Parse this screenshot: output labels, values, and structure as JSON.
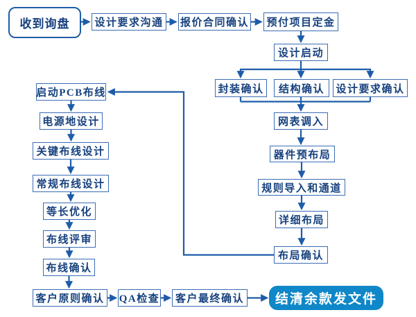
{
  "colors": {
    "line": "#1e5ca8",
    "box_border": "#3a6cb4",
    "box_text": "#16417e",
    "final_fill": "#0f87c8",
    "final_text": "#ffffff",
    "canvas_bg": "#ffffff"
  },
  "flowchart": {
    "nodes": {
      "receive_inquiry": "收到询盘",
      "design_requirements_communication": "设计要求沟通",
      "quotation_contract_confirmation": "报价合同确认",
      "project_deposit_prepayment": "预付项目定金",
      "design_kickoff": "设计启动",
      "package_confirmation": "封装确认",
      "structure_confirmation": "结构确认",
      "design_requirements_confirmation": "设计要求确认",
      "netlist_import": "网表调入",
      "component_pre_placement": "器件预布局",
      "rules_import_and_channels": "规则导入和通道",
      "detailed_placement": "详细布局",
      "placement_confirmation": "布局确认",
      "start_pcb_routing": "启动PCB布线",
      "power_ground_design": "电源地设计",
      "critical_routing_design": "关键布线设计",
      "general_routing_design": "常规布线设计",
      "length_matching_optimization": "等长优化",
      "routing_review": "布线评审",
      "routing_confirmation": "布线确认",
      "customer_principle_confirmation": "客户原则确认",
      "qa_check": "QA检查",
      "customer_final_confirmation": "客户最终确认",
      "settle_balance_release_files": "结清余款发文件"
    }
  }
}
